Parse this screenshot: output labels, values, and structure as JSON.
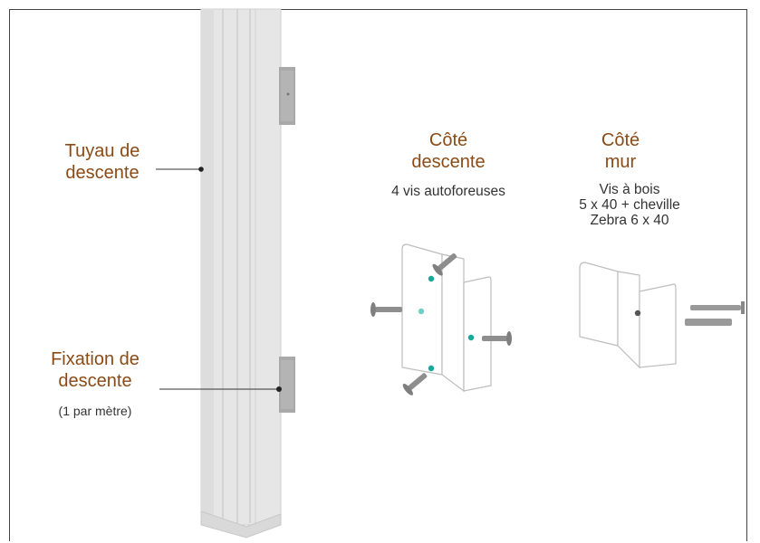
{
  "labels": {
    "downpipe": "Tuyau de\ndescente",
    "fixation": "Fixation de\ndescente",
    "fixation_note": "(1 par mètre)",
    "side_downpipe_title": "Côté\ndescente",
    "side_downpipe_detail": "4 vis autoforeuses",
    "side_wall_title": "Côté\nmur",
    "side_wall_detail": "Vis à bois\n5 x 40 + cheville\nZebra 6 x 40"
  },
  "colors": {
    "label_brown": "#8a4b16",
    "pipe_fill": "#e6e6e6",
    "pipe_stripe": "#c9c9c9",
    "bracket_fill": "#a9a9a9",
    "screw": "#8e8e8e",
    "teal_dot": "#18a89a",
    "leader_line": "#333333"
  }
}
